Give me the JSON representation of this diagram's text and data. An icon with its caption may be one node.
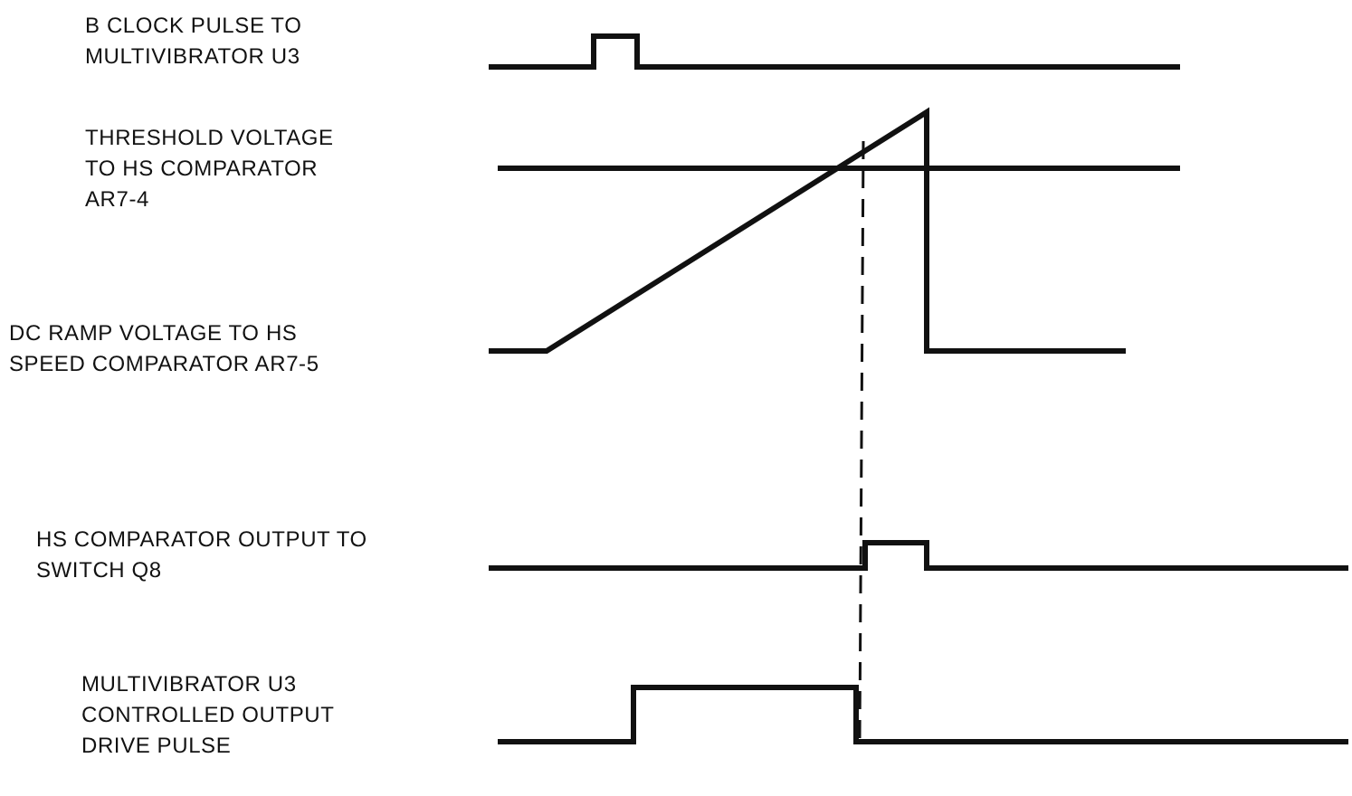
{
  "diagram": {
    "labels": [
      "B CLOCK PULSE TO MULTIVIBRATOR U3",
      "THRESHOLD VOLTAGE TO HS COMPARATOR AR7-4",
      "DC RAMP VOLTAGE TO HS SPEED COMPARATOR AR7-5",
      "HS COMPARATOR OUTPUT TO SWITCH Q8",
      "MULTIVIBRATOR U3 CONTROLLED OUTPUT DRIVE PULSE"
    ]
  }
}
